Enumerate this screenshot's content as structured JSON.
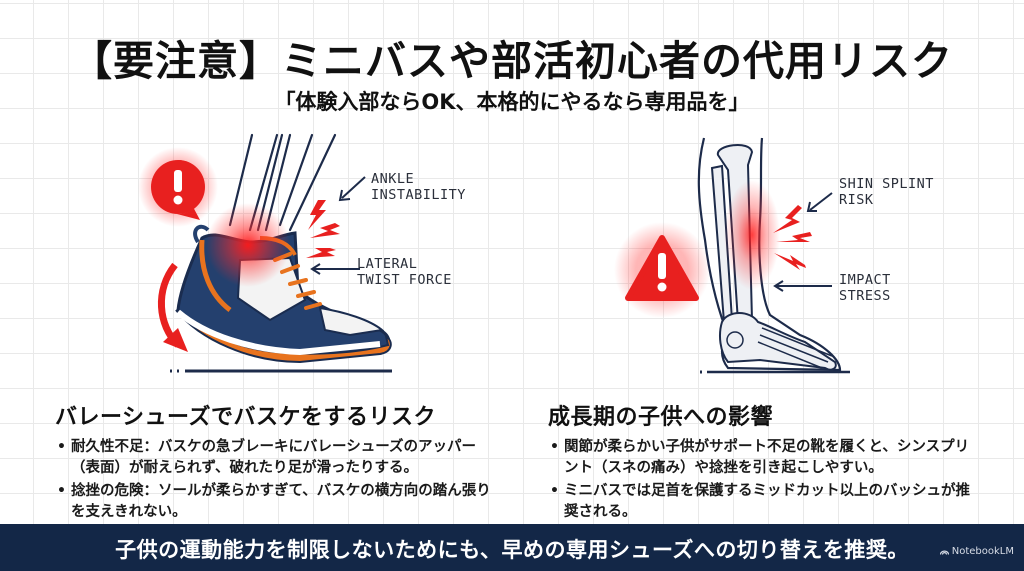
{
  "header": {
    "title": "【要注意】ミニバスや部活初心者の代用リスク",
    "subtitle": "「体験入部ならOK、本格的にやるなら専用品を」"
  },
  "left_illustration": {
    "subject": "volleyball-shoe-ankle-twist",
    "icon": "alert-speech-bubble-icon",
    "callouts": [
      {
        "label": "ANKLE\nINSTABILITY"
      },
      {
        "label": "LATERAL\nTWIST FORCE"
      }
    ]
  },
  "right_illustration": {
    "subject": "leg-skeleton-shin-splint",
    "icon": "warning-triangle-icon",
    "callouts": [
      {
        "label": "SHIN SPLINT\nRISK"
      },
      {
        "label": "IMPACT\nSTRESS"
      }
    ]
  },
  "sections": [
    {
      "heading": "バレーシューズでバスケをするリスク",
      "bullets": [
        "耐久性不足：バスケの急ブレーキにバレーシューズのアッパー（表面）が耐えられず、破れたり足が滑ったりする。",
        "捻挫の危険：ソールが柔らかすぎて、バスケの横方向の踏ん張りを支えきれない。"
      ]
    },
    {
      "heading": "成長期の子供への影響",
      "bullets": [
        "関節が柔らかい子供がサポート不足の靴を履くと、シンスプリント（スネの痛み）や捻挫を引き起こしやすい。",
        "ミニバスでは足首を保護するミッドカット以上のバッシュが推奨される。"
      ]
    }
  ],
  "footer": {
    "message": "子供の運動能力を制限しないためにも、早めの専用シューズへの切り替えを推奨。",
    "brand": "NotebookLM"
  },
  "colors": {
    "alert_red": "#e8201f",
    "navy": "#132747",
    "shoe_navy": "#24406e",
    "shoe_orange": "#e8731e"
  }
}
